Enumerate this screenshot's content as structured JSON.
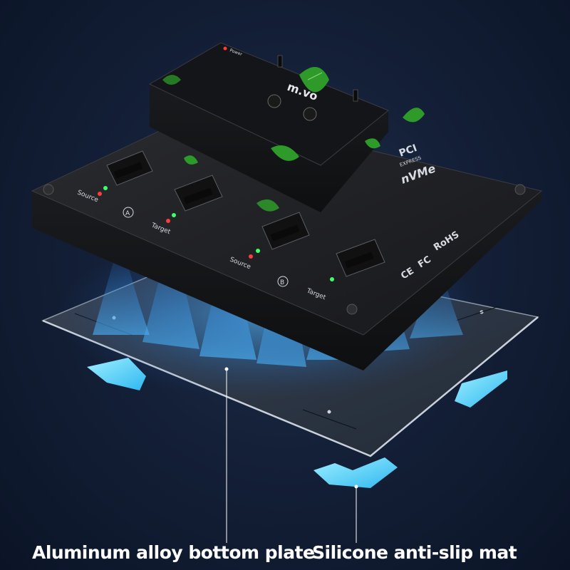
{
  "product": {
    "brand_logo": "m.vo",
    "labels": {
      "source": "Source",
      "target": "Target",
      "power": "Power",
      "bay_a": "A",
      "bay_b": "B",
      "pcie": "PCI",
      "express": "EXPRESS",
      "nvme": "nVMe",
      "rohs": "RoHS",
      "ce": "CE",
      "fc": "FC"
    }
  },
  "captions": {
    "left": "Aluminum alloy bottom plate",
    "right": "Silicone anti-slip mat"
  },
  "colors": {
    "background": "#142038",
    "device_body": "#1b1c1f",
    "glow": "#39a8ff",
    "mat": "#5fd4ff",
    "led_green": "#3cff6a",
    "led_red": "#ff3b3b",
    "leaf": "#2e9a2a"
  },
  "icons": [
    "leaf-icon",
    "screw-icon",
    "led-icon",
    "callout-line-icon"
  ]
}
